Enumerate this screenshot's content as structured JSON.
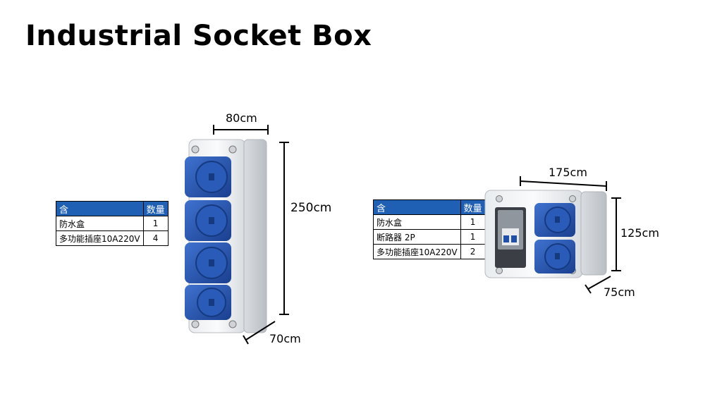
{
  "title": "Industrial Socket Box",
  "tables": [
    {
      "header": {
        "item": "含",
        "qty": "数量"
      },
      "rows": [
        {
          "item": "防水盒",
          "qty": "1"
        },
        {
          "item": "多功能插座10A220V",
          "qty": "4"
        }
      ]
    },
    {
      "header": {
        "item": "含",
        "qty": "数量"
      },
      "rows": [
        {
          "item": "防水盒",
          "qty": "1"
        },
        {
          "item": "断路器 2P",
          "qty": "1"
        },
        {
          "item": "多功能插座10A220V",
          "qty": "2"
        }
      ]
    }
  ],
  "product1": {
    "width": "80cm",
    "height": "250cm",
    "depth": "70cm"
  },
  "product2": {
    "width": "175cm",
    "height": "125cm",
    "depth": "75cm"
  },
  "colors": {
    "socket_blue": "#1f4fa8",
    "table_header": "#1f5fb4"
  }
}
